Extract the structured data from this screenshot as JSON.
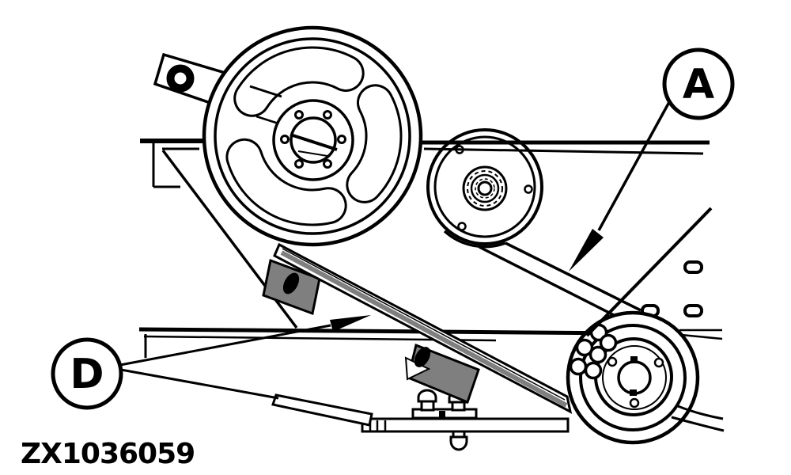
{
  "figure": {
    "caption": "ZX1036059"
  },
  "callouts": {
    "a": {
      "label": "A"
    },
    "d": {
      "label": "D"
    }
  },
  "colors": {
    "line": "#000000",
    "guide_fill": "#7f7f7f",
    "background": "#ffffff"
  }
}
